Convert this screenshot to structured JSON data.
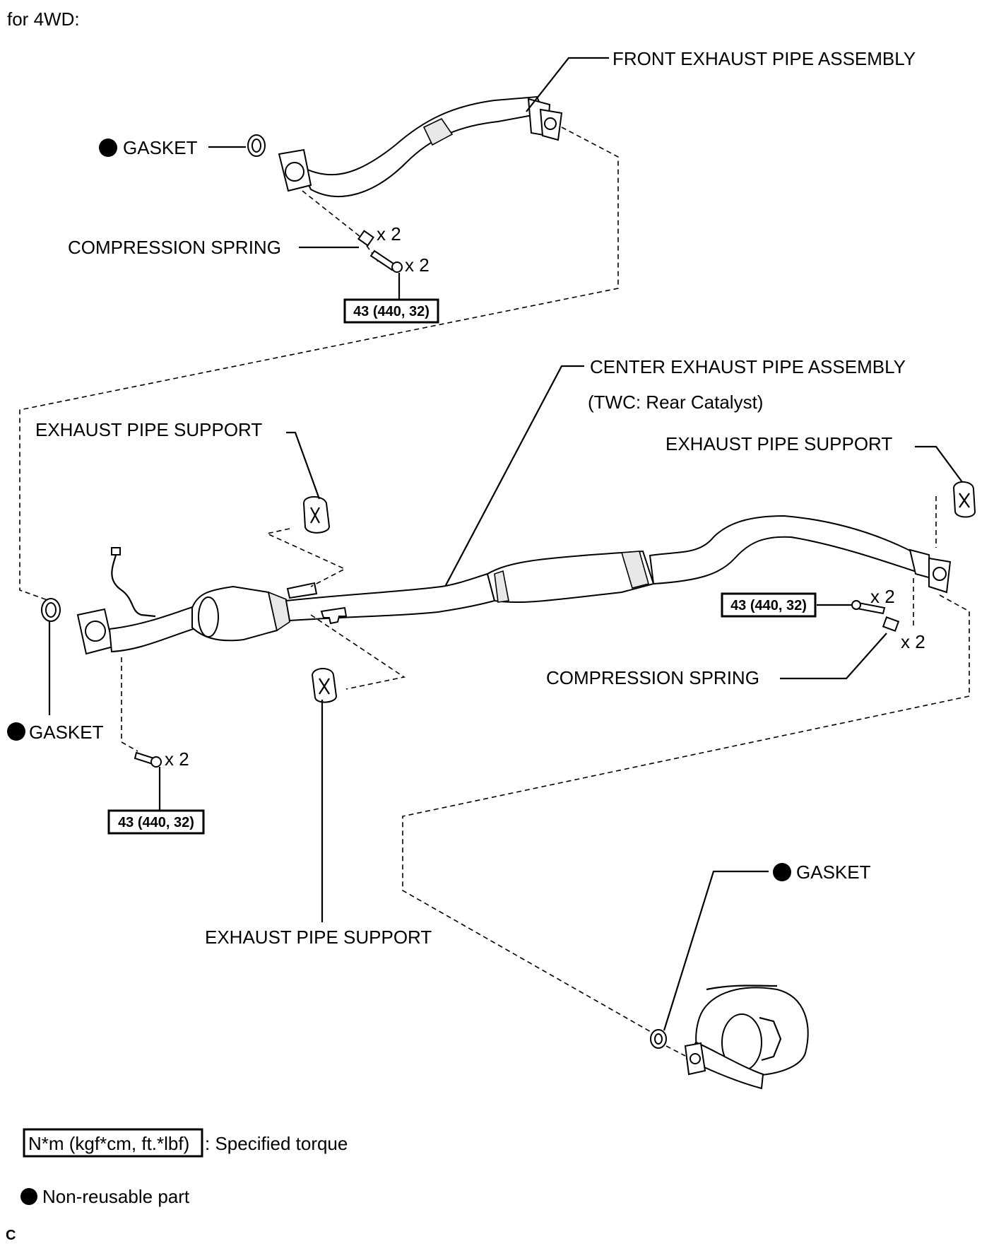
{
  "header": {
    "title": "for 4WD:"
  },
  "labels": {
    "front_pipe": "FRONT EXHAUST PIPE ASSEMBLY",
    "gasket": "GASKET",
    "compression_spring": "COMPRESSION SPRING",
    "center_pipe": "CENTER EXHAUST PIPE ASSEMBLY",
    "center_pipe_sub": "(TWC: Rear Catalyst)",
    "exhaust_pipe_support": "EXHAUST PIPE SUPPORT",
    "qty_x2": "x 2"
  },
  "torque": {
    "value": "43 (440, 32)"
  },
  "legend": {
    "torque_unit": "N*m (kgf*cm, ft.*lbf)",
    "torque_desc": ": Specified torque",
    "nonreusable_desc": "Non-reusable part"
  },
  "footer": {
    "code": "C"
  },
  "colors": {
    "line": "#000000",
    "background": "#ffffff",
    "shade": "#e8e8e8"
  }
}
